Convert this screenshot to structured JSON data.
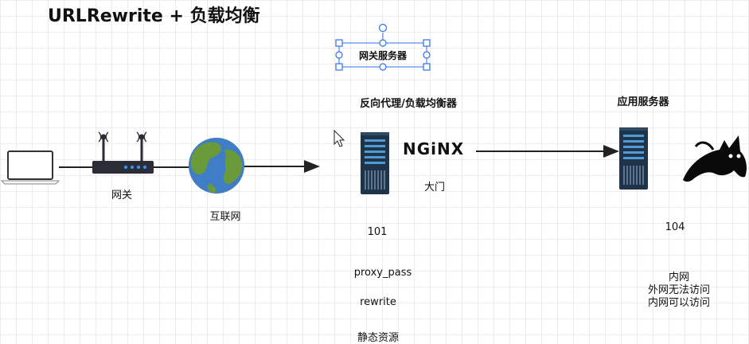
{
  "title": "URLRewrite + 负载均衡",
  "selected_label": "网关服务器",
  "labels": {
    "gateway": "网关",
    "internet": "互联网",
    "proxy_heading": "反向代理/负载均衡器",
    "app_server_heading": "应用服务器",
    "nginx": "NGiNX",
    "door": "大门",
    "server_101": "101",
    "server_104": "104",
    "proxy_pass": "proxy_pass",
    "rewrite": "rewrite",
    "static_resources": "静态资源",
    "intranet": "内网",
    "external_no_access": "外网无法访问",
    "internal_access": "内网可以访问"
  },
  "icons": [
    "laptop-icon",
    "router-icon",
    "globe-icon",
    "server-icon",
    "nginx-logo",
    "tomcat-icon",
    "cursor-icon"
  ],
  "colors": {
    "selection": "#2e6ff0",
    "server_body": "#1f3448",
    "server_slot": "#4f9bd6",
    "globe_ocean": "#3f7dc6",
    "globe_land": "#6b9a3a",
    "router": "#2a2d36",
    "router_led": "#3d8ee8",
    "line": "#222222"
  }
}
